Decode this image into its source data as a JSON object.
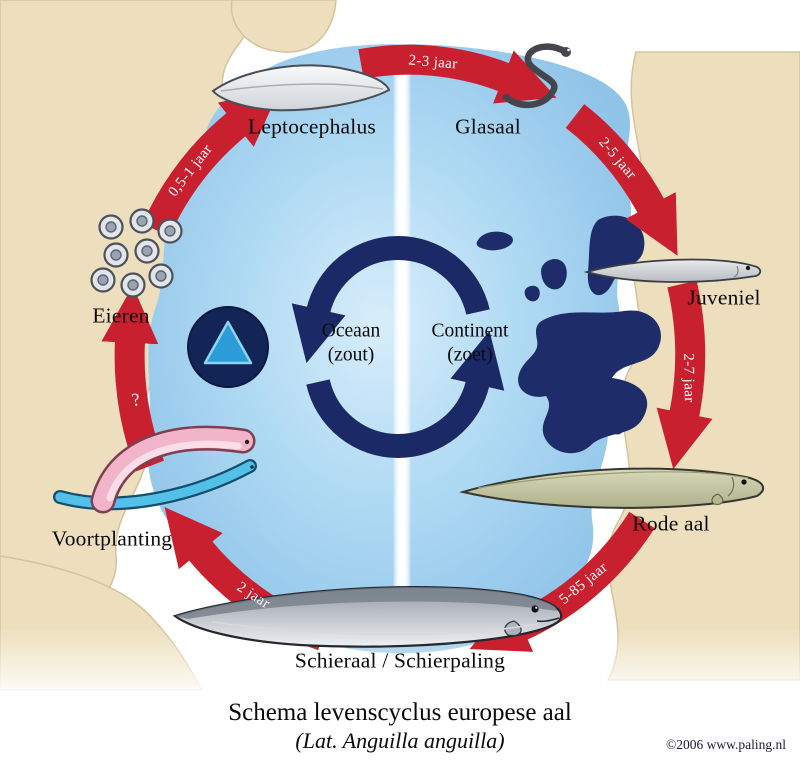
{
  "colors": {
    "arrow_red": "#c9202f",
    "navy": "#1b2a66",
    "ocean_blue": "#a6d2ef",
    "land_tan": "#ecdcb8",
    "triangle_blue": "#2b9cd8"
  },
  "stages": [
    {
      "label": "Leptocephalus"
    },
    {
      "label": "Glasaal"
    },
    {
      "label": "Juveniel"
    },
    {
      "label": "Rode aal"
    },
    {
      "label": "Schieraal / Schierpaling"
    },
    {
      "label": "Voortplanting"
    },
    {
      "label": "Eieren"
    }
  ],
  "transitions": [
    {
      "from": "Leptocephalus",
      "to": "Glasaal",
      "label": "2-3 jaar"
    },
    {
      "from": "Glasaal",
      "to": "Juveniel",
      "label": "2-5 jaar"
    },
    {
      "from": "Juveniel",
      "to": "Rode aal",
      "label": "2-7 jaar"
    },
    {
      "from": "Rode aal",
      "to": "Schieraal / Schierpaling",
      "label": "5-85 jaar"
    },
    {
      "from": "Schieraal / Schierpaling",
      "to": "Voortplanting",
      "label": "2 jaar"
    },
    {
      "from": "Voortplanting",
      "to": "Eieren",
      "label": "?"
    },
    {
      "from": "Eieren",
      "to": "Leptocephalus",
      "label": "0,5-1 jaar"
    }
  ],
  "center": {
    "ocean": "Oceaan",
    "ocean_sub": "(zout)",
    "continent": "Continent",
    "continent_sub": "(zoet)"
  },
  "footer": {
    "title": "Schema levenscyclus europese aal",
    "subtitle": "(Lat. Anguilla anguilla)",
    "copyright": "©2006 www.paling.nl"
  }
}
